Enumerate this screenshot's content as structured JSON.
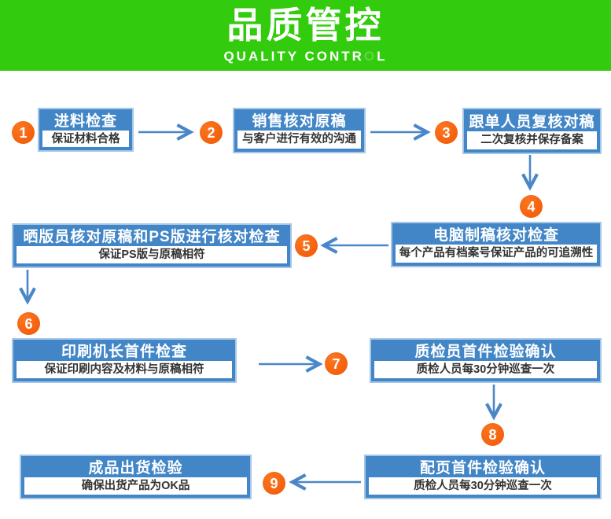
{
  "header": {
    "title": "品质管控",
    "subtitle_left": "QUALITY CONTR",
    "subtitle_o": "O",
    "subtitle_right": "L"
  },
  "steps": [
    {
      "num": "1",
      "title": "进料检查",
      "desc": "保证材料合格"
    },
    {
      "num": "2",
      "title": "销售核对原稿",
      "desc": "与客户进行有效的沟通"
    },
    {
      "num": "3",
      "title": "跟单人员复核对稿",
      "desc": "二次复核并保存备案"
    },
    {
      "num": "4",
      "title": "电脑制稿核对检查",
      "desc": "每个产品有档案号保证产品的可追溯性"
    },
    {
      "num": "5",
      "title": "晒版员核对原稿和PS版进行核对检查",
      "desc": "保证PS版与原稿相符"
    },
    {
      "num": "6",
      "title": "印刷机长首件检查",
      "desc": "保证印刷内容及材料与原稿相符"
    },
    {
      "num": "7",
      "title": "质检员首件检验确认",
      "desc": "质检人员每30分钟巡查一次"
    },
    {
      "num": "8",
      "title": "配页首件检验确认",
      "desc": "质检人员每30分钟巡查一次"
    },
    {
      "num": "9",
      "title": "成品出货检验",
      "desc": "确保出货产品为OK品"
    }
  ],
  "colors": {
    "header_bg": "#33CB0D",
    "header_text": "#FFFFFF",
    "box_fill": "#4286C7",
    "box_border": "#A6C7E7",
    "box_title_text": "#FFFFFF",
    "box_desc_text": "#333333",
    "arrow": "#4A87C9",
    "circle_fill": "#F4600E",
    "circle_text": "#FFFFFF",
    "background": "#FFFFFF"
  }
}
